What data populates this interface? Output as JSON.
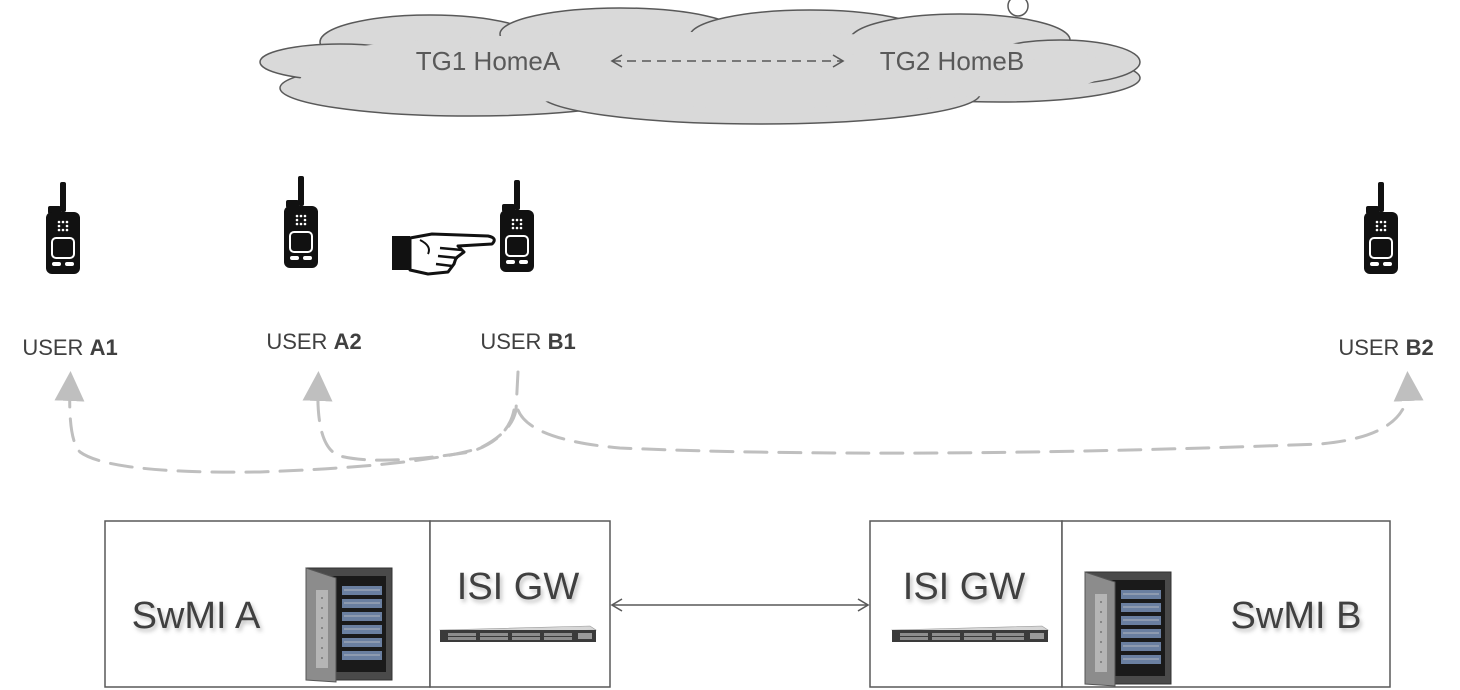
{
  "cloud": {
    "tg1_label": "TG1 HomeA",
    "tg2_label": "TG2 HomeB"
  },
  "users": [
    {
      "prefix": "USER ",
      "id": "A1"
    },
    {
      "prefix": "USER ",
      "id": "A2"
    },
    {
      "prefix": "USER ",
      "id": "B1"
    },
    {
      "prefix": "USER ",
      "id": "B2"
    }
  ],
  "systems": {
    "left": {
      "swmi_label": "SwMI A",
      "gw_label": "ISI GW"
    },
    "right": {
      "swmi_label": "SwMI B",
      "gw_label": "ISI GW"
    }
  },
  "colors": {
    "cloud_fill": "#d9d9d9",
    "dashed_link": "#bfbfbf",
    "label_text": "#404040",
    "box_border": "#595959"
  },
  "icons": {
    "radio": "handheld-radio-icon",
    "pointer": "pointing-hand-icon",
    "server_tower": "server-tower-icon",
    "rack_server": "rack-server-icon"
  }
}
